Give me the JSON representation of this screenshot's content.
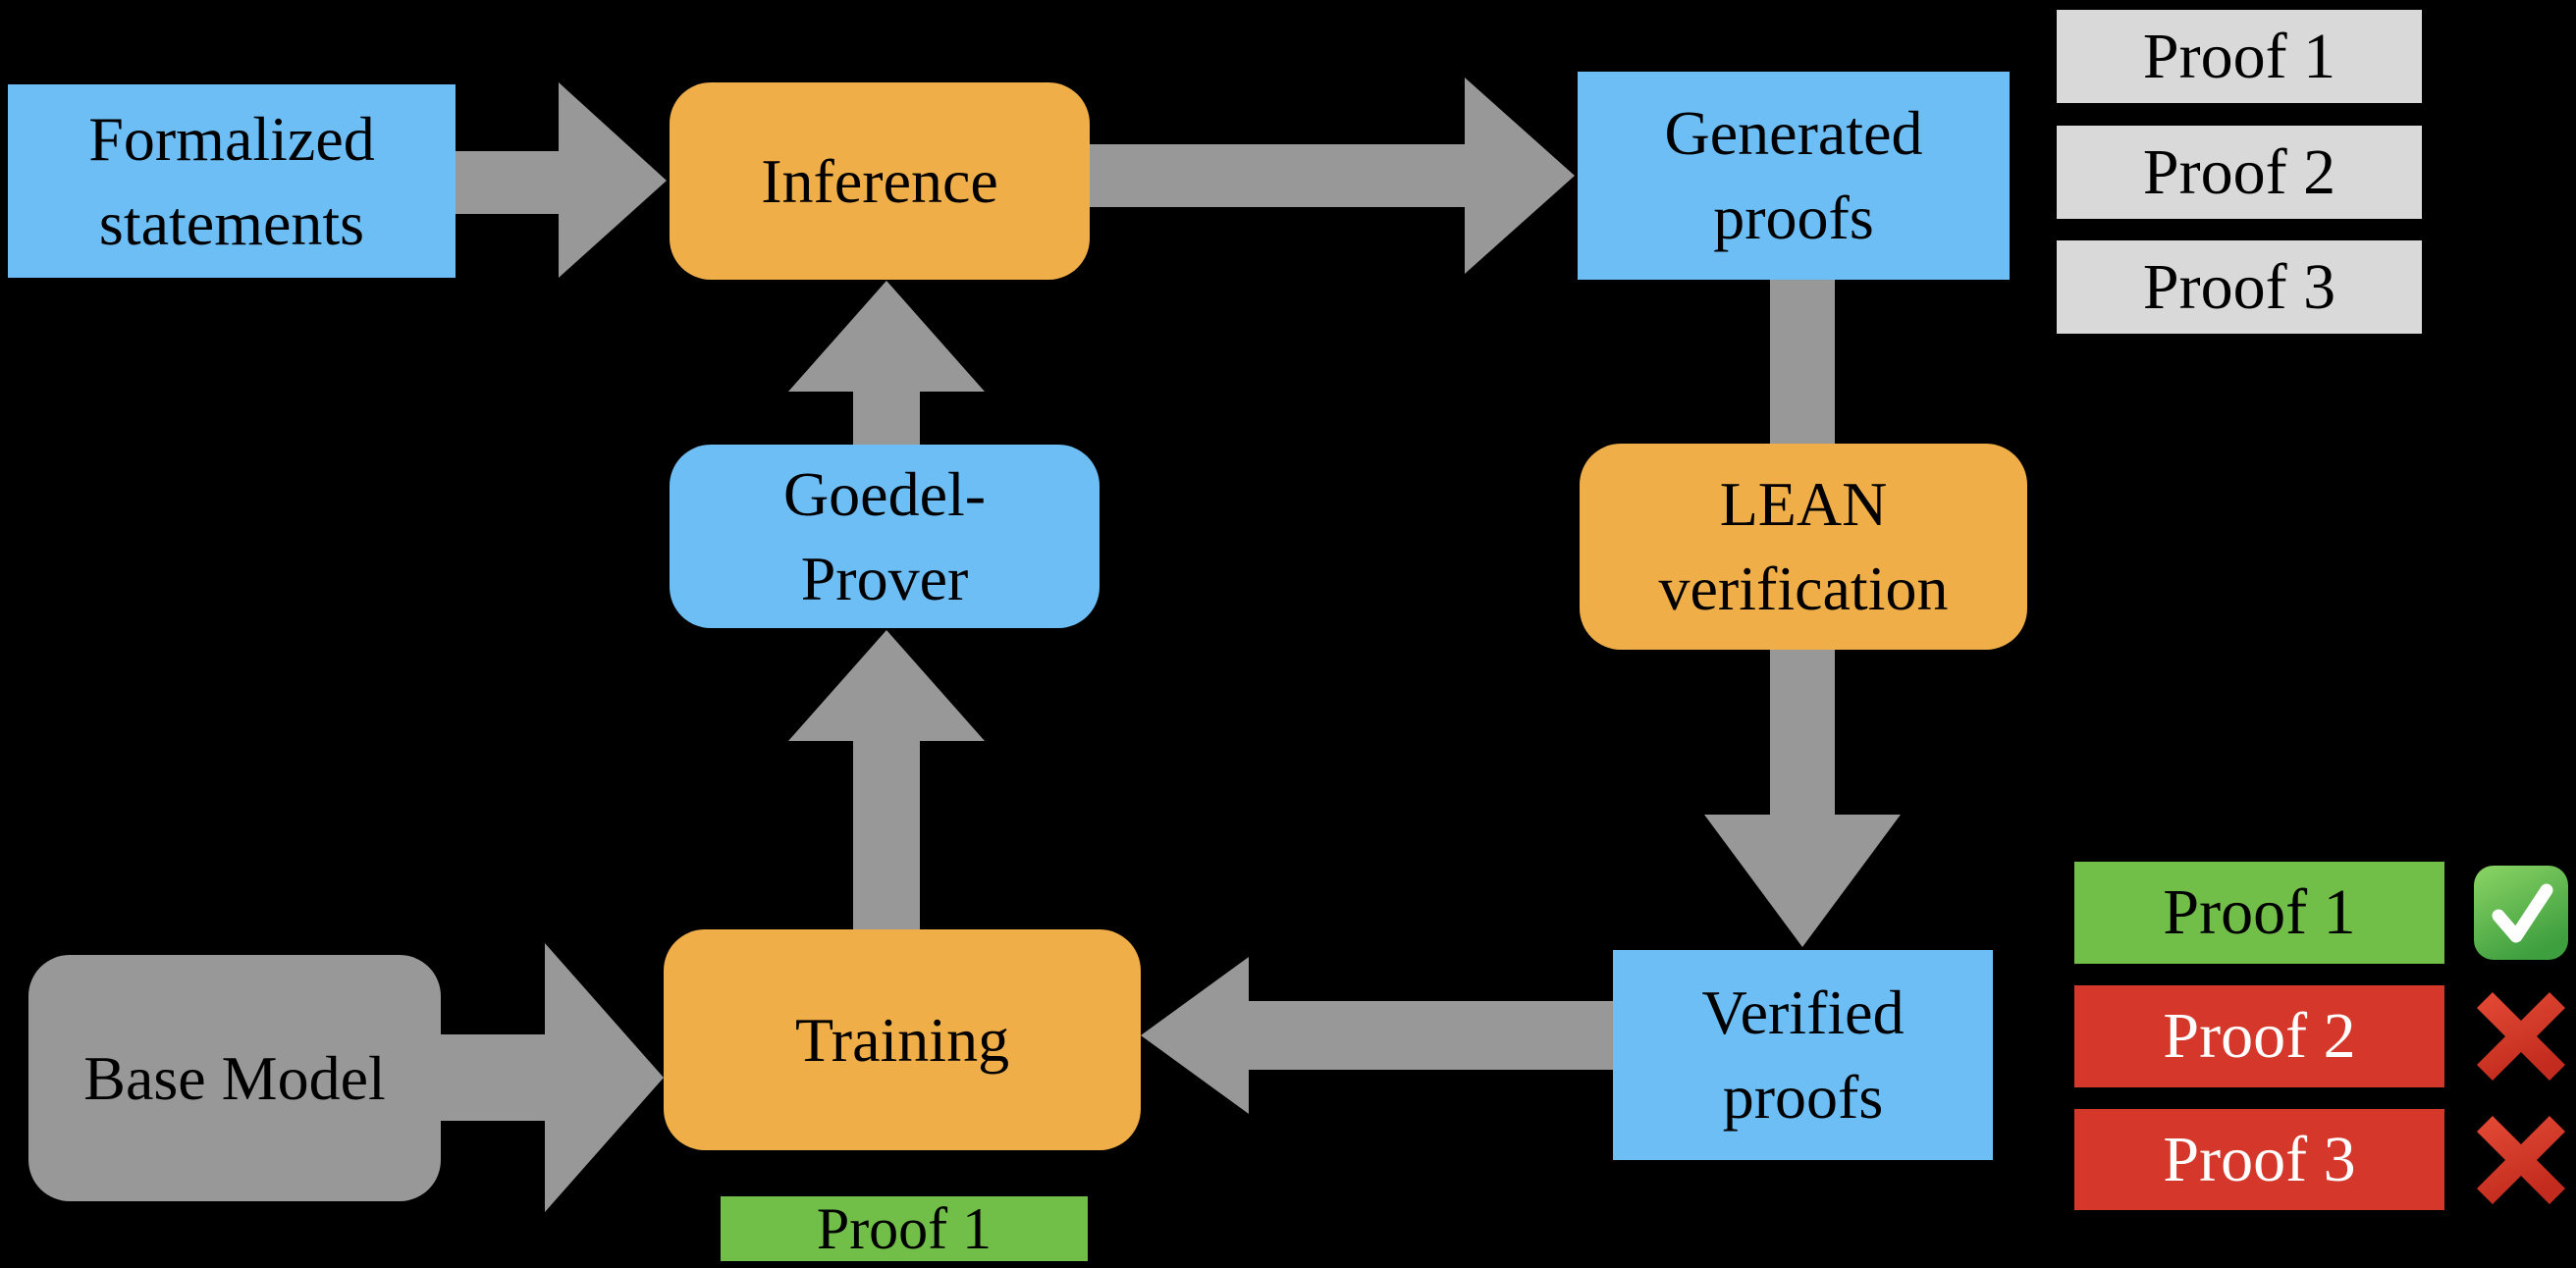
{
  "nodes": {
    "formalized_statements": {
      "lines": [
        "Formalized",
        "statements"
      ]
    },
    "inference": {
      "label": "Inference"
    },
    "generated_proofs": {
      "lines": [
        "Generated",
        "proofs"
      ]
    },
    "goedel_prover": {
      "lines": [
        "Goedel-",
        "Prover"
      ]
    },
    "lean_verification": {
      "lines": [
        "LEAN",
        "verification"
      ]
    },
    "verified_proofs": {
      "lines": [
        "Verified",
        "proofs"
      ]
    },
    "base_model": {
      "label": "Base Model"
    },
    "training": {
      "label": "Training"
    },
    "training_data_proof": {
      "label": "Proof 1"
    }
  },
  "generated_proof_list": [
    {
      "label": "Proof 1"
    },
    {
      "label": "Proof 2"
    },
    {
      "label": "Proof 3"
    }
  ],
  "verified_proof_list": [
    {
      "label": "Proof 1",
      "status": "pass",
      "icon": "check-mark-button"
    },
    {
      "label": "Proof 2",
      "status": "fail",
      "icon": "cross-mark"
    },
    {
      "label": "Proof 3",
      "status": "fail",
      "icon": "cross-mark"
    }
  ],
  "colors": {
    "background": "#000000",
    "node_blue": "#6CBEF5",
    "node_orange": "#F0AE48",
    "node_gray": "#989898",
    "arrow_gray": "#989898",
    "proof_neutral_gray": "#D9D9D9",
    "proof_pass_green": "#71BE48",
    "proof_fail_red": "#D5382A",
    "text_dark": "#000000",
    "text_light": "#FFFFFF"
  }
}
